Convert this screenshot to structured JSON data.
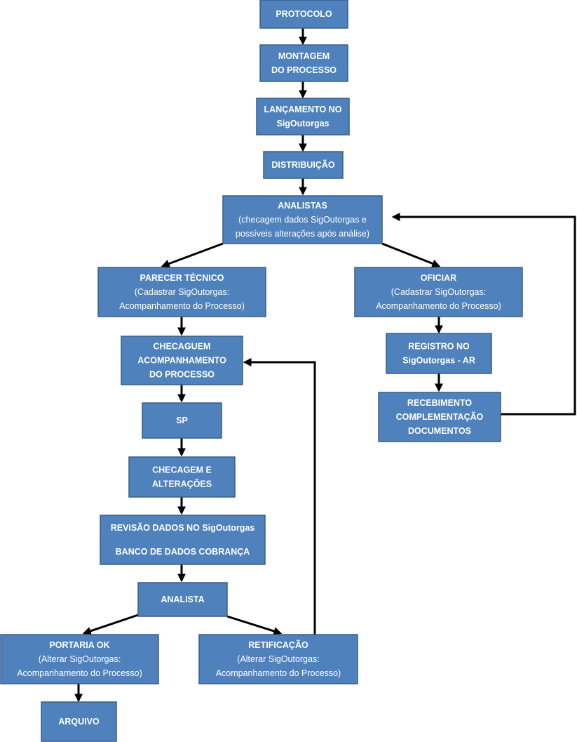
{
  "nodes": {
    "protocolo": [
      "PROTOCOLO"
    ],
    "montagem": [
      "MONTAGEM",
      "DO PROCESSO"
    ],
    "lancamento": [
      "LANÇAMENTO NO",
      "SigOutorgas"
    ],
    "distribuicao": [
      "DISTRIBUIÇÃO"
    ],
    "analistas": [
      "ANALISTAS",
      "(checagem dados SigOutorgas e",
      "possíveis alterações após análise)"
    ],
    "parecer": [
      "PARECER TÉCNICO",
      "(Cadastrar SigOutorgas:",
      "Acompanhamento do Processo)"
    ],
    "oficiar": [
      "OFICIAR",
      "(Cadastrar SigOutorgas:",
      "Acompanhamento do Processo)"
    ],
    "checaguem": [
      "CHECAGUEM",
      "ACOMPANHAMENTO",
      "DO PROCESSO"
    ],
    "registro": [
      "REGISTRO NO",
      "SigOutorgas - AR"
    ],
    "recebimento": [
      "RECEBIMENTO",
      "COMPLEMENTAÇÃO",
      "DOCUMENTOS"
    ],
    "sp": [
      "SP"
    ],
    "checagem": [
      "CHECAGEM E",
      "ALTERAÇÕES"
    ],
    "revisao": [
      "REVISÃO DADOS NO SigOutorgas",
      "BANCO DE DADOS COBRANÇA"
    ],
    "analista": [
      "ANALISTA"
    ],
    "portaria": [
      "PORTARIA OK",
      "(Alterar SigOutorgas:",
      "Acompanhamento do Processo)"
    ],
    "retificacao": [
      "RETIFICAÇÃO",
      "(Alterar SigOutorgas:",
      "Acompanhamento do Processo)"
    ],
    "arquivo": [
      "ARQUIVO"
    ]
  }
}
